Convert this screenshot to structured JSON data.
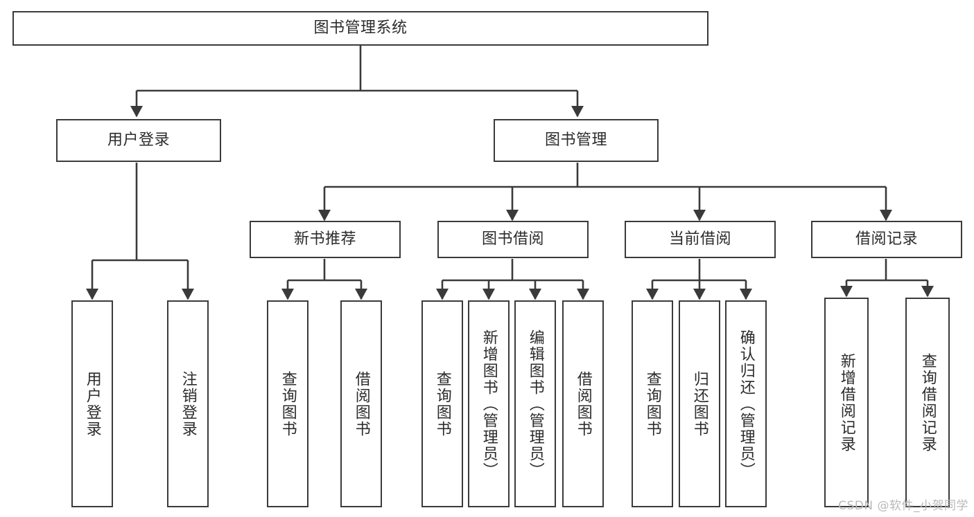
{
  "diagram": {
    "type": "tree-hierarchy",
    "title": "图书管理系统",
    "colors": {
      "stroke": "#3a3a3a",
      "text": "#2b2b2b",
      "background": "#ffffff",
      "watermark": "#b9b9b9"
    },
    "watermark": "CSDN @软件_小贺同学",
    "root": {
      "id": "root",
      "label": "图书管理系统"
    },
    "level1": [
      {
        "id": "user-login",
        "label": "用户登录"
      },
      {
        "id": "book-manage",
        "label": "图书管理"
      }
    ],
    "level2": [
      {
        "id": "new-book-rec",
        "label": "新书推荐",
        "parent": "book-manage"
      },
      {
        "id": "book-borrow",
        "label": "图书借阅",
        "parent": "book-manage"
      },
      {
        "id": "current-borrow",
        "label": "当前借阅",
        "parent": "book-manage"
      },
      {
        "id": "borrow-record",
        "label": "借阅记录",
        "parent": "book-manage"
      }
    ],
    "leaves": [
      {
        "id": "leaf-user-login",
        "label": "用户登录",
        "parent": "user-login"
      },
      {
        "id": "leaf-user-logout",
        "label": "注销登录",
        "parent": "user-login"
      },
      {
        "id": "leaf-query-book-rec",
        "label": "查询图书",
        "parent": "new-book-rec"
      },
      {
        "id": "leaf-borrow-book-rec",
        "label": "借阅图书",
        "parent": "new-book-rec"
      },
      {
        "id": "leaf-query-book-borrow",
        "label": "查询图书",
        "parent": "book-borrow"
      },
      {
        "id": "leaf-add-book",
        "label": "新增图书（管理员）",
        "parent": "book-borrow"
      },
      {
        "id": "leaf-edit-book",
        "label": "编辑图书（管理员）",
        "parent": "book-borrow"
      },
      {
        "id": "leaf-borrow-book",
        "label": "借阅图书",
        "parent": "book-borrow"
      },
      {
        "id": "leaf-query-book-current",
        "label": "查询图书",
        "parent": "current-borrow"
      },
      {
        "id": "leaf-return-book",
        "label": "归还图书",
        "parent": "current-borrow"
      },
      {
        "id": "leaf-confirm-return",
        "label": "确认归还（管理员）",
        "parent": "current-borrow"
      },
      {
        "id": "leaf-add-record",
        "label": "新增借阅记录",
        "parent": "borrow-record"
      },
      {
        "id": "leaf-query-record",
        "label": "查询借阅记录",
        "parent": "borrow-record"
      }
    ]
  }
}
